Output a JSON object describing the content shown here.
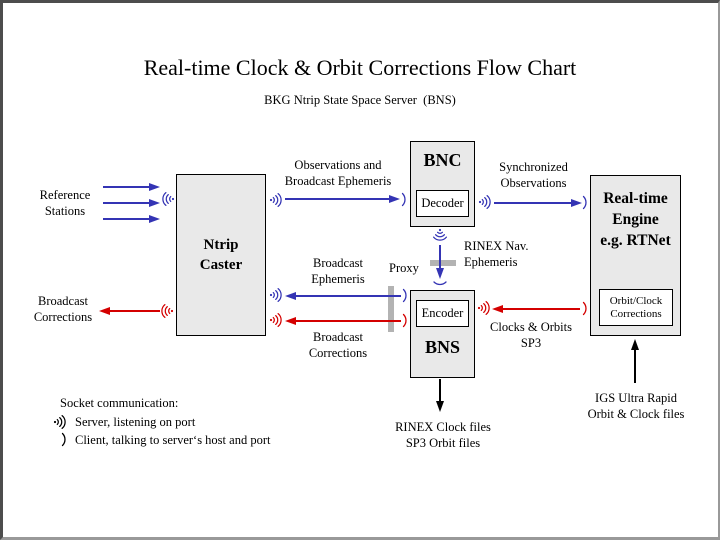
{
  "title": "Real-time Clock & Orbit Corrections Flow Chart",
  "subtitle": "BKG Ntrip State Space Server  (BNS)",
  "colors": {
    "arrow_blue": "#3434b4",
    "arrow_red": "#d40000",
    "arrow_black": "#000000",
    "box_fill": "#e9e9e9",
    "proxy_bar_gray": "#b3b3b3"
  },
  "boxes": {
    "caster": {
      "lines": [
        "Ntrip",
        "Caster"
      ]
    },
    "bnc": {
      "label": "BNC",
      "sub": "Decoder"
    },
    "bns": {
      "label": "BNS",
      "sub": "Encoder"
    },
    "engine": {
      "lines": [
        "Real-time",
        "Engine",
        "e.g. RTNet"
      ],
      "sub_lines": [
        "Orbit/Clock",
        "Corrections"
      ]
    }
  },
  "labels": {
    "reference_stations": [
      "Reference",
      "Stations"
    ],
    "broadcast_corrections_left": [
      "Broadcast",
      "Corrections"
    ],
    "observations": [
      "Observations and",
      "Broadcast Ephemeris"
    ],
    "synchronized": [
      "Synchronized",
      "Observations"
    ],
    "rinex_nav": [
      "RINEX Nav.",
      "Ephemeris"
    ],
    "broadcast_ephemeris": [
      "Broadcast",
      "Ephemeris"
    ],
    "broadcast_corrections_mid": [
      "Broadcast",
      "Corrections"
    ],
    "proxy": "Proxy",
    "clocks_orbits": [
      "Clocks & Orbits",
      "SP3"
    ],
    "rinex_clock_files": [
      "RINEX Clock files",
      "SP3 Orbit files"
    ],
    "igs": [
      "IGS Ultra Rapid",
      "Orbit & Clock files"
    ]
  },
  "legend": {
    "heading": "Socket communication:",
    "server": "Server, listening on port",
    "client": "Client, talking to server‘s host and port"
  }
}
